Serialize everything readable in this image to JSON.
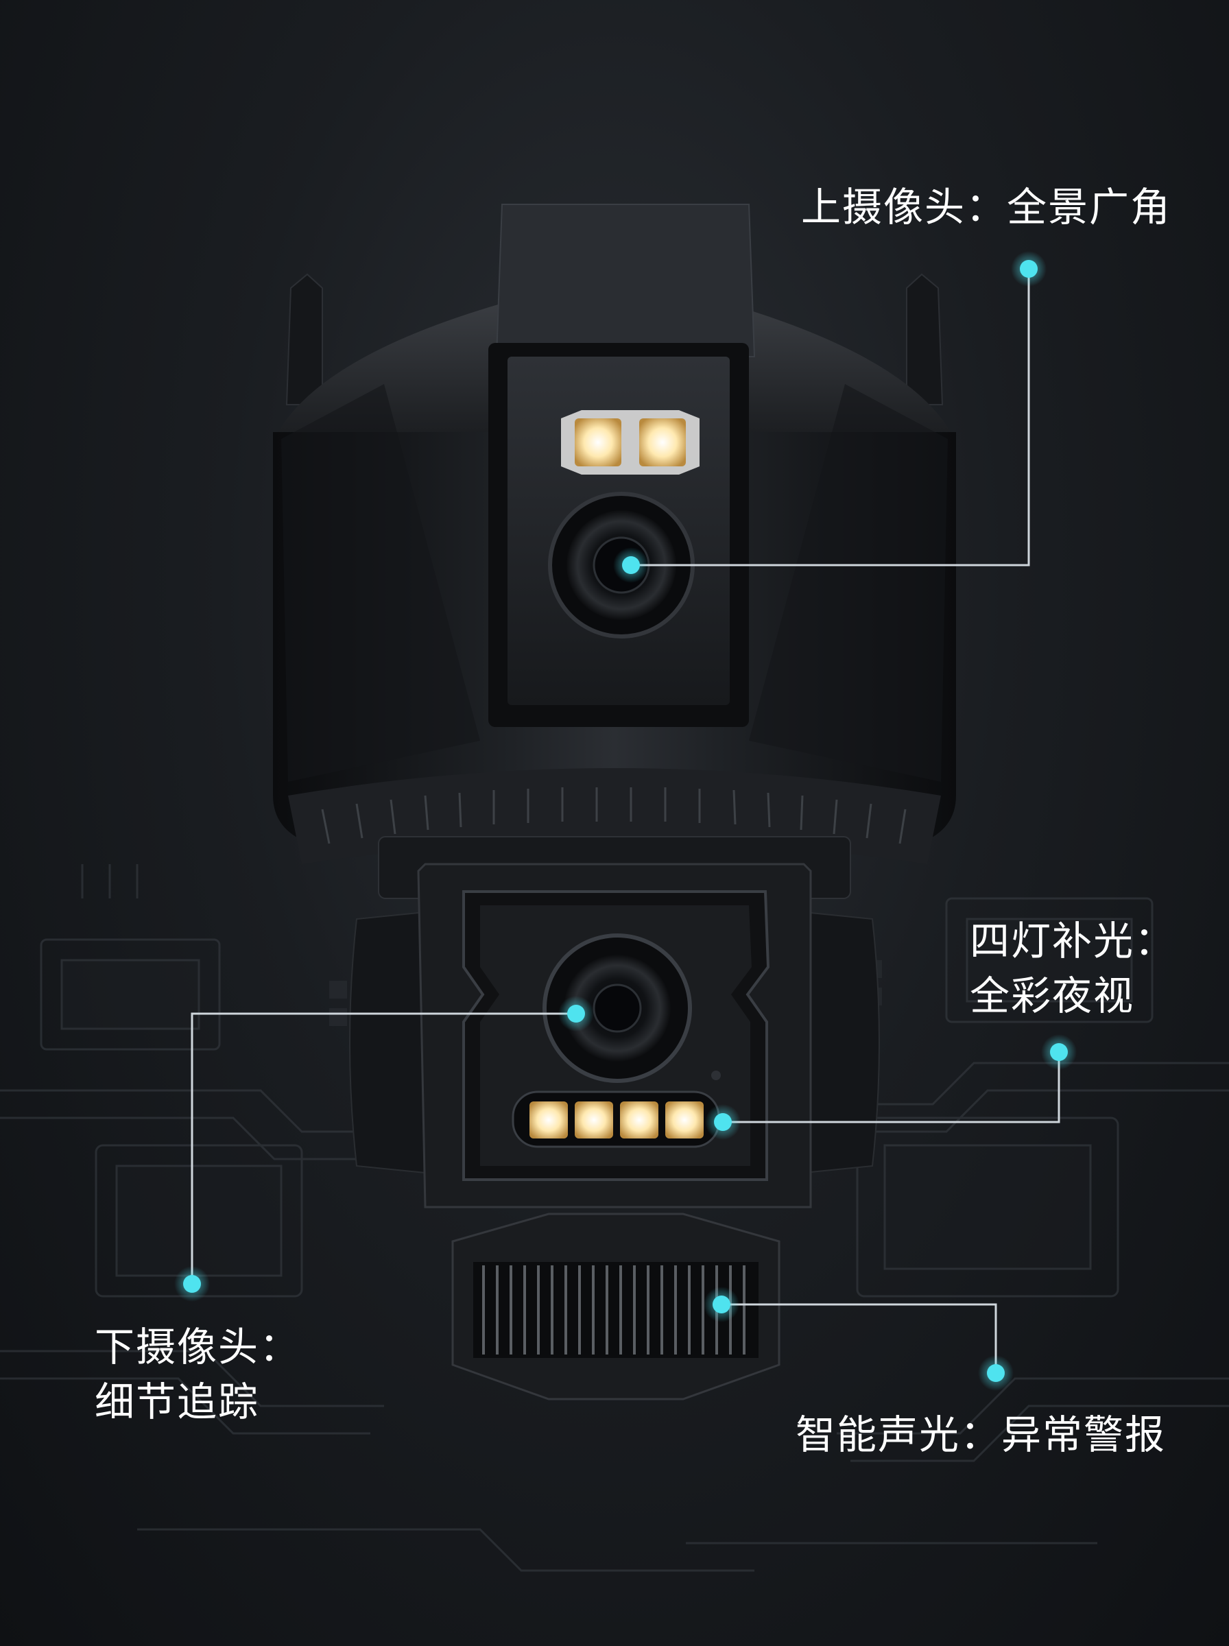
{
  "callouts": {
    "upper_camera": "上摄像头：全景广角",
    "four_lights_line1": "四灯补光：",
    "four_lights_line2": "全彩夜视",
    "lower_camera_line1": "下摄像头：",
    "lower_camera_line2": "细节追踪",
    "sound_light": "智能声光：异常警报"
  },
  "colors": {
    "accent": "#4fe3ef",
    "callout_line": "#cfd6dc",
    "background": "#1a1d21",
    "body": "#16181b",
    "led_warm": "#ffe9b0"
  }
}
